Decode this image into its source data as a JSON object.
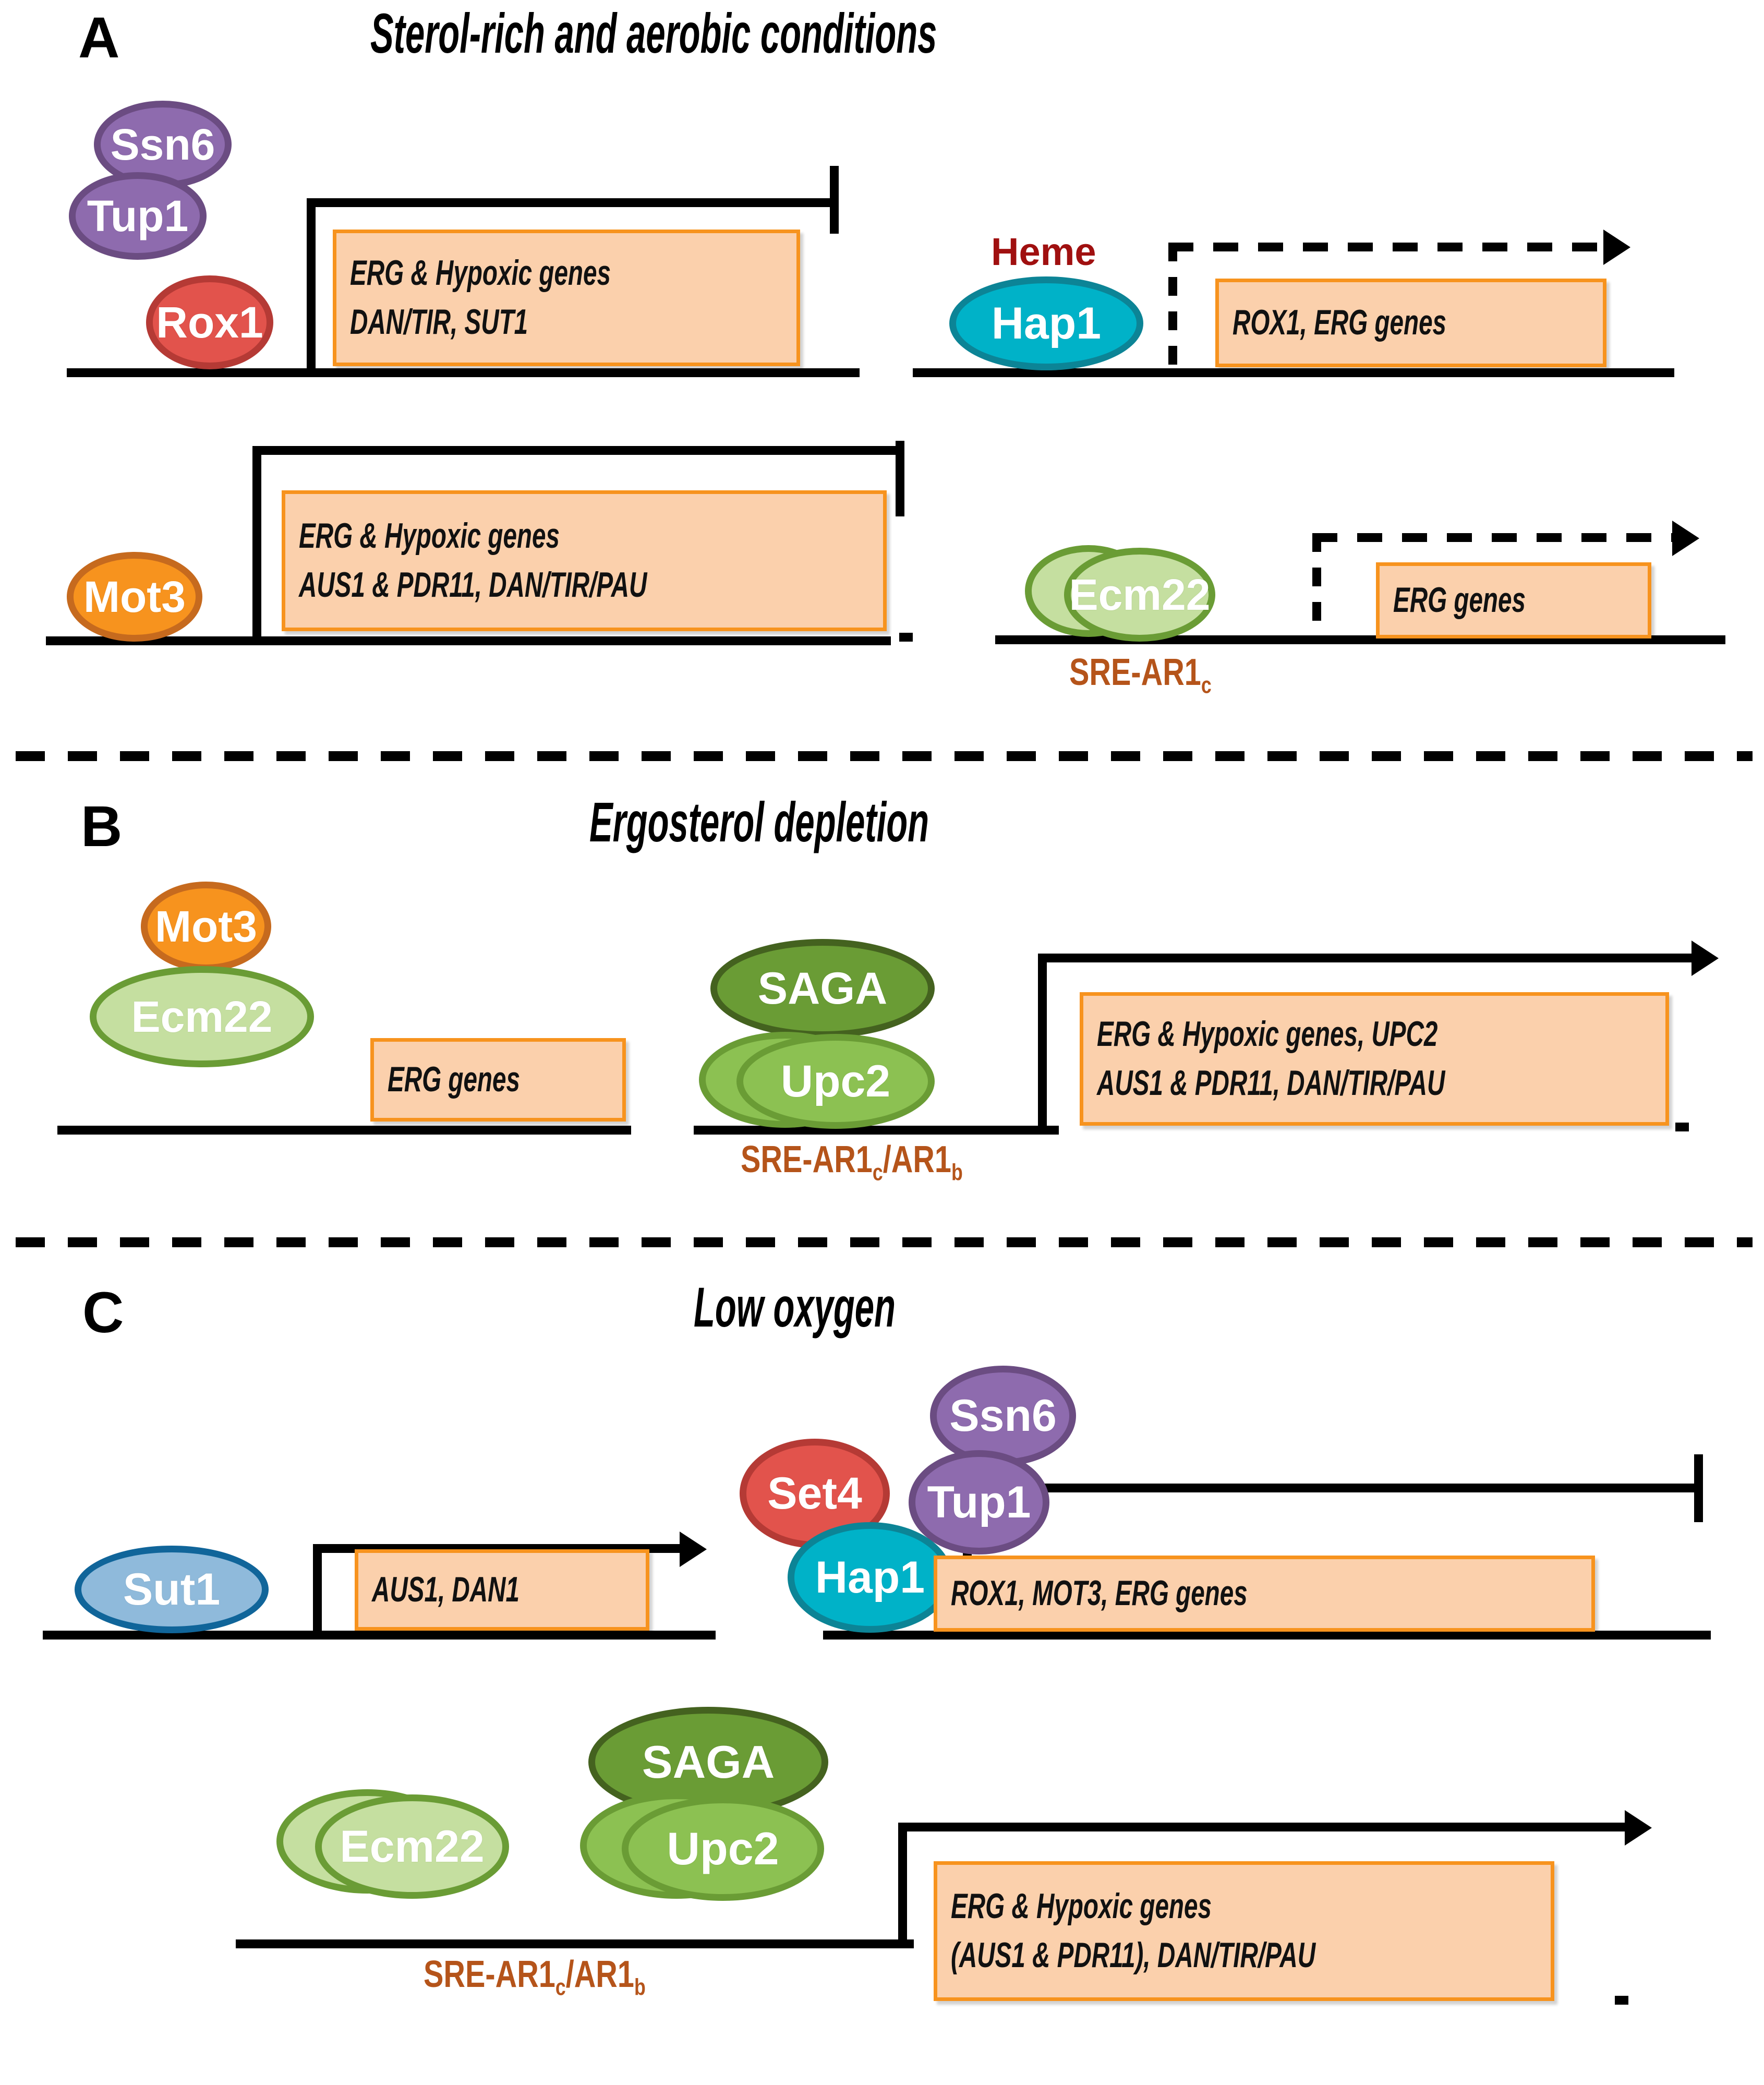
{
  "figure": {
    "type": "pathway-diagram",
    "subject": "Yeast sterol / hypoxia transcriptional regulation"
  },
  "colors": {
    "purple_fill": "#8E6BAE",
    "purple_border": "#6B4C82",
    "red_fill": "#E2534C",
    "red_border": "#B53A35",
    "teal_fill": "#00B2C8",
    "teal_border": "#0C8496",
    "orange_fill": "#F7931E",
    "orange_border": "#C66A1E",
    "light_green_fill": "#C5DFA0",
    "mid_green_fill": "#8CC152",
    "dark_green_fill": "#6A9C35",
    "green_border": "#6A9C35",
    "blue_fill": "#8FBADB",
    "blue_border": "#10659A",
    "genebox_fill": "#FBD0AC",
    "genebox_border": "#F7931E",
    "sre_label": "#B5541A",
    "heme_label": "#A01010"
  },
  "panels": [
    {
      "letter": "A",
      "title": "Sterol-rich and aerobic conditions",
      "modules": [
        {
          "id": "a1",
          "proteins": [
            "Ssn6",
            "Tup1",
            "Rox1"
          ],
          "regulation": "repression",
          "genes": [
            "ERG & Hypoxic genes",
            "DAN/TIR, SUT1"
          ]
        },
        {
          "id": "a2",
          "cofactor": "Heme",
          "proteins": [
            "Hap1"
          ],
          "regulation": "activation-dashed",
          "genes": [
            "ROX1, ERG genes"
          ]
        },
        {
          "id": "a3",
          "proteins": [
            "Mot3"
          ],
          "regulation": "repression",
          "genes": [
            "ERG & Hypoxic genes",
            "AUS1 & PDR11, DAN/TIR/PAU"
          ]
        },
        {
          "id": "a4",
          "proteins": [
            "Ecm22"
          ],
          "site": "SRE-AR1c",
          "site_base": "SRE-AR1",
          "site_sub": "c",
          "regulation": "activation-dashed",
          "genes": [
            "ERG genes"
          ]
        }
      ]
    },
    {
      "letter": "B",
      "title": "Ergosterol depletion",
      "modules": [
        {
          "id": "b1",
          "proteins": [
            "Mot3",
            "Ecm22"
          ],
          "regulation": "none",
          "genes": [
            "ERG genes"
          ]
        },
        {
          "id": "b2",
          "proteins": [
            "SAGA",
            "Upc2"
          ],
          "site_base": "SRE-AR1",
          "site_sub": "c",
          "site_base2": "/AR1",
          "site_sub2": "b",
          "site": "SRE-AR1c/AR1b",
          "regulation": "activation",
          "genes": [
            "ERG & Hypoxic genes, UPC2",
            "AUS1 & PDR11, DAN/TIR/PAU"
          ]
        }
      ]
    },
    {
      "letter": "C",
      "title": "Low oxygen",
      "modules": [
        {
          "id": "c1",
          "proteins": [
            "Sut1"
          ],
          "regulation": "activation",
          "genes": [
            "AUS1, DAN1"
          ]
        },
        {
          "id": "c2",
          "proteins": [
            "Ssn6",
            "Tup1",
            "Set4",
            "Hap1"
          ],
          "regulation": "repression",
          "genes": [
            "ROX1, MOT3,  ERG genes"
          ]
        },
        {
          "id": "c3",
          "proteins": [
            "Ecm22",
            "SAGA",
            "Upc2"
          ],
          "site": "SRE-AR1c/AR1b",
          "site_base": "SRE-AR1",
          "site_sub": "c",
          "site_base2": "/AR1",
          "site_sub2": "b",
          "regulation": "activation",
          "genes": [
            "ERG & Hypoxic genes",
            "(AUS1 & PDR11), DAN/TIR/PAU"
          ]
        }
      ]
    }
  ]
}
